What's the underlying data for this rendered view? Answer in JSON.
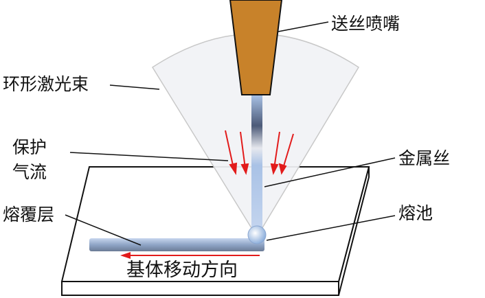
{
  "labels": {
    "nozzle": "送丝喷嘴",
    "laser": "环形激光束",
    "gas_line1": "保护",
    "gas_line2": "气流",
    "wire": "金属丝",
    "cladding": "熔覆层",
    "pool": "熔池",
    "direction": "基体移动方向"
  },
  "colors": {
    "nozzle": "#c8822a",
    "arrow": "#e21b1b",
    "wire": "#a9c2e6"
  }
}
